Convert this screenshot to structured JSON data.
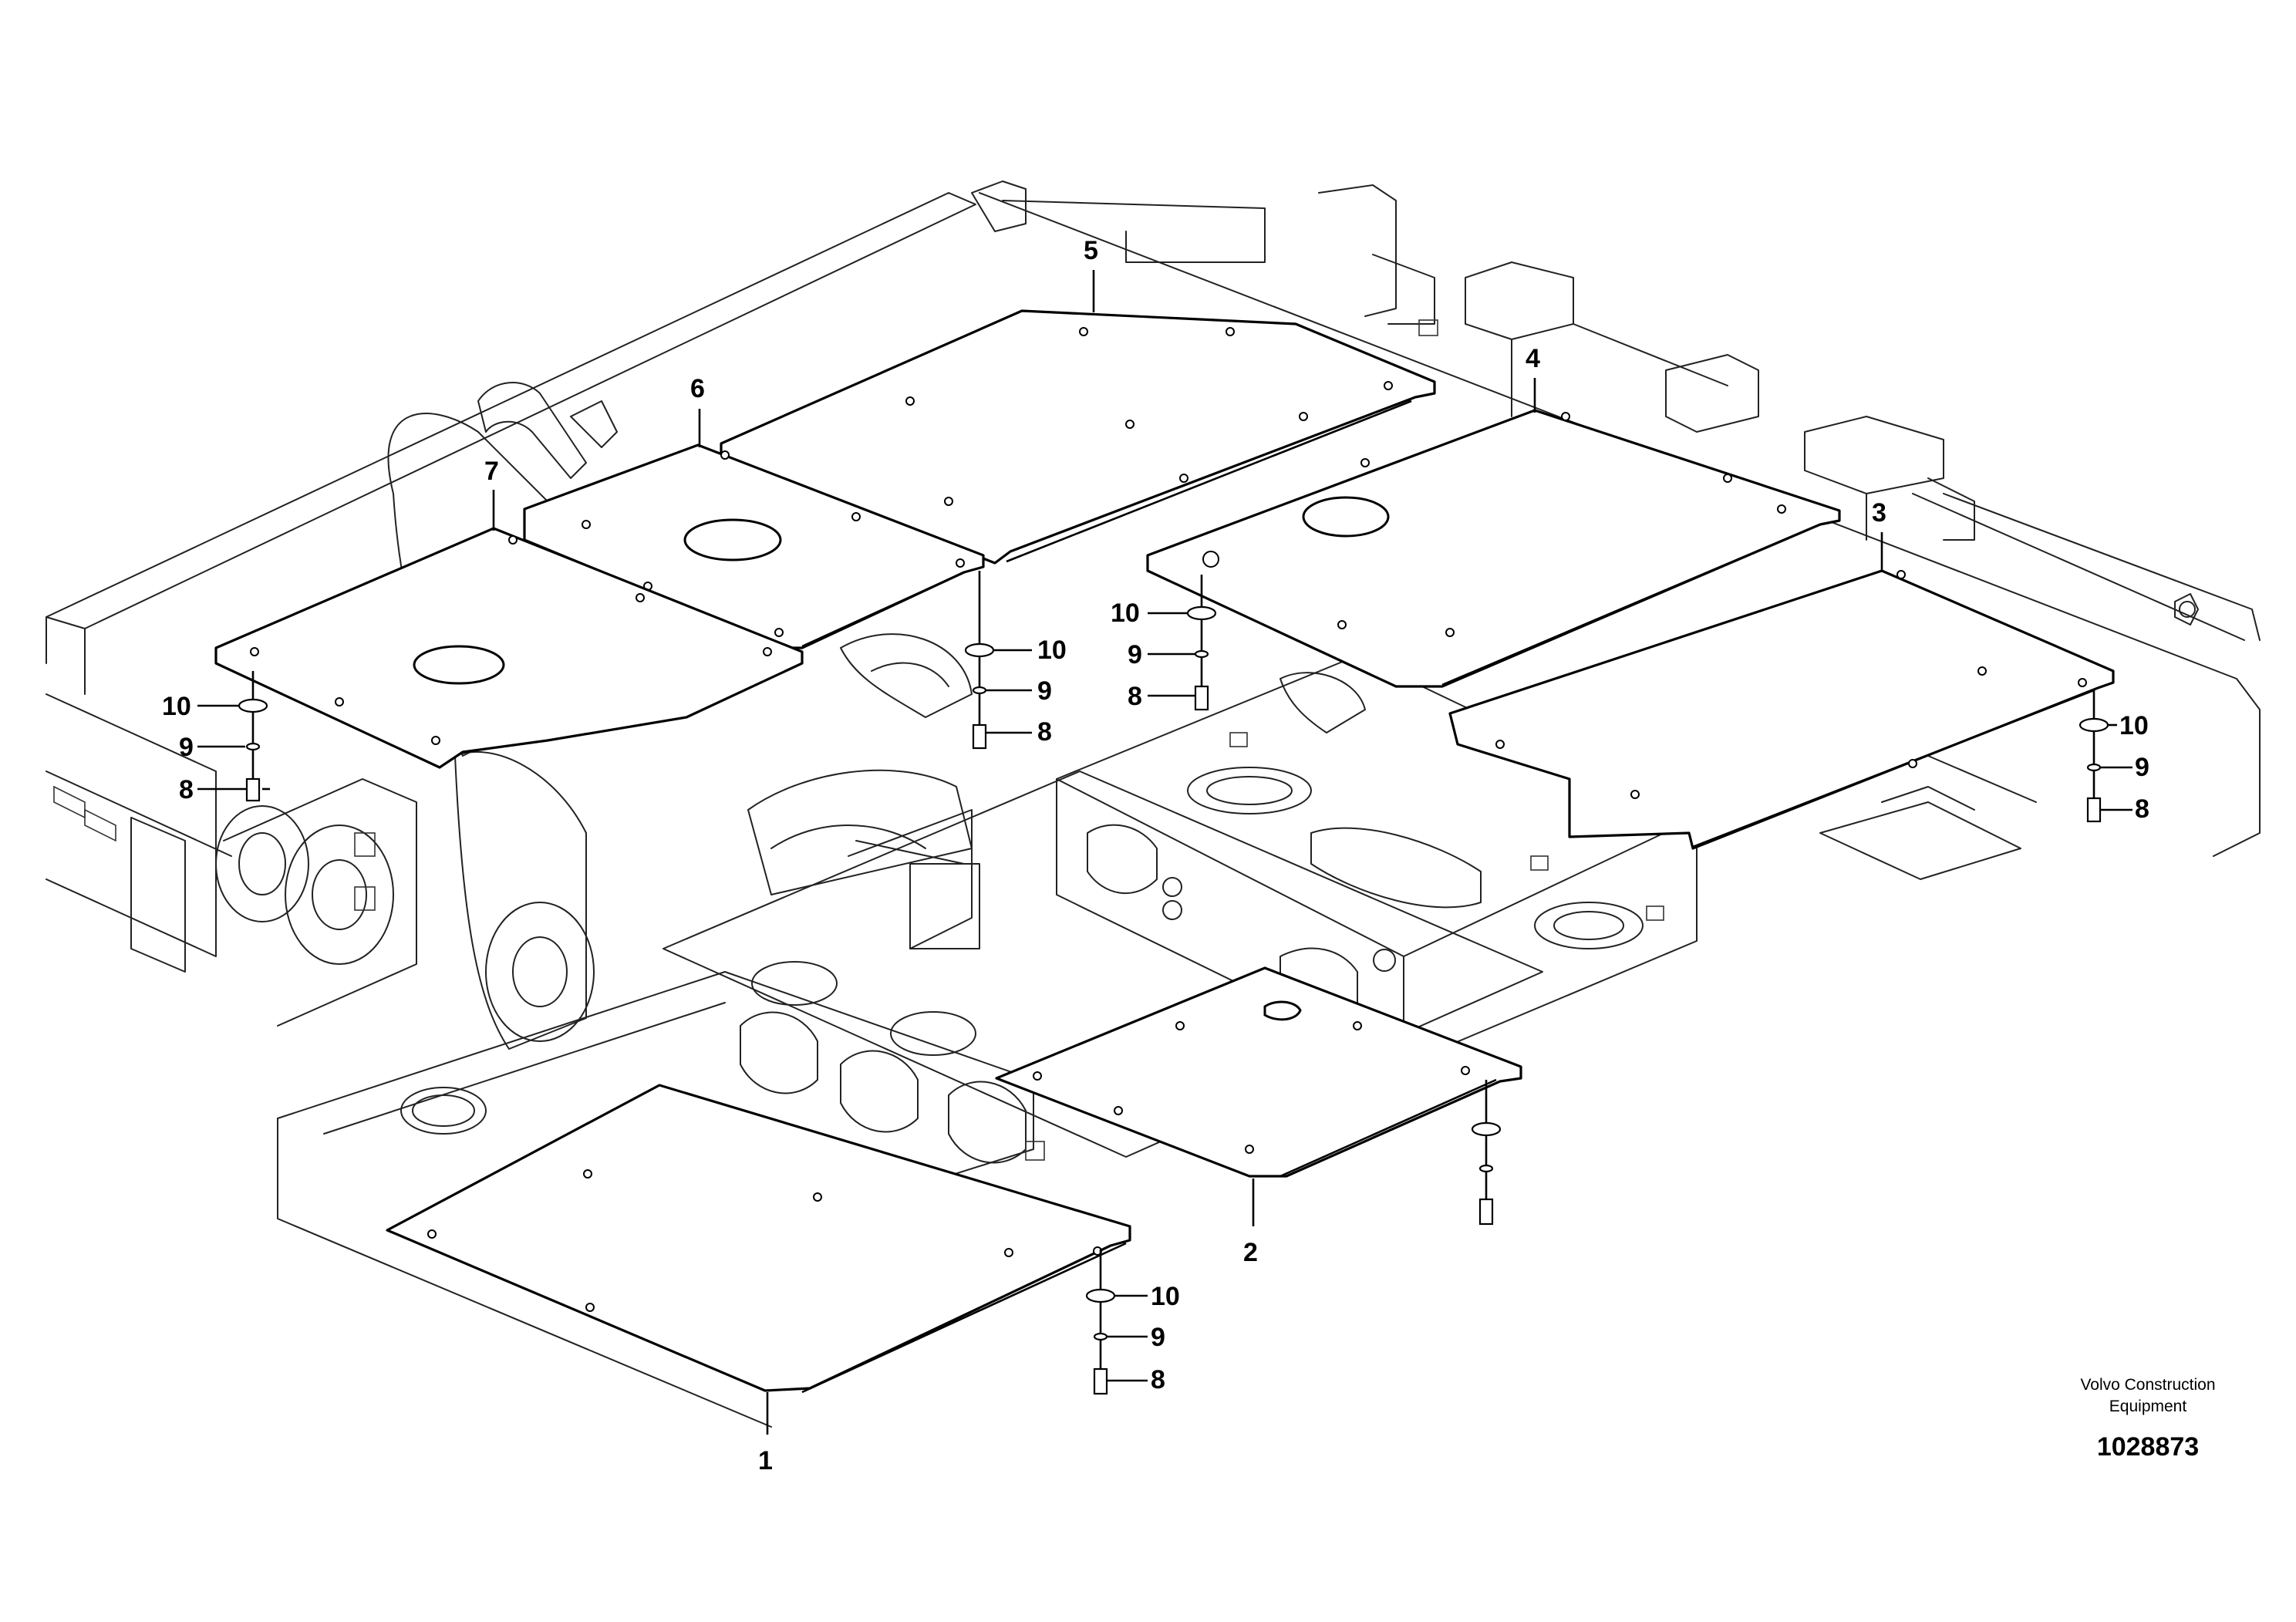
{
  "callouts": {
    "p1": "1",
    "p2": "2",
    "p3": "3",
    "p4": "4",
    "p5": "5",
    "p6": "6",
    "p7": "7",
    "p8": "8",
    "p9": "9",
    "p10": "10"
  },
  "footer": {
    "company_line1": "Volvo Construction",
    "company_line2": "Equipment",
    "drawing_number": "1028873"
  }
}
